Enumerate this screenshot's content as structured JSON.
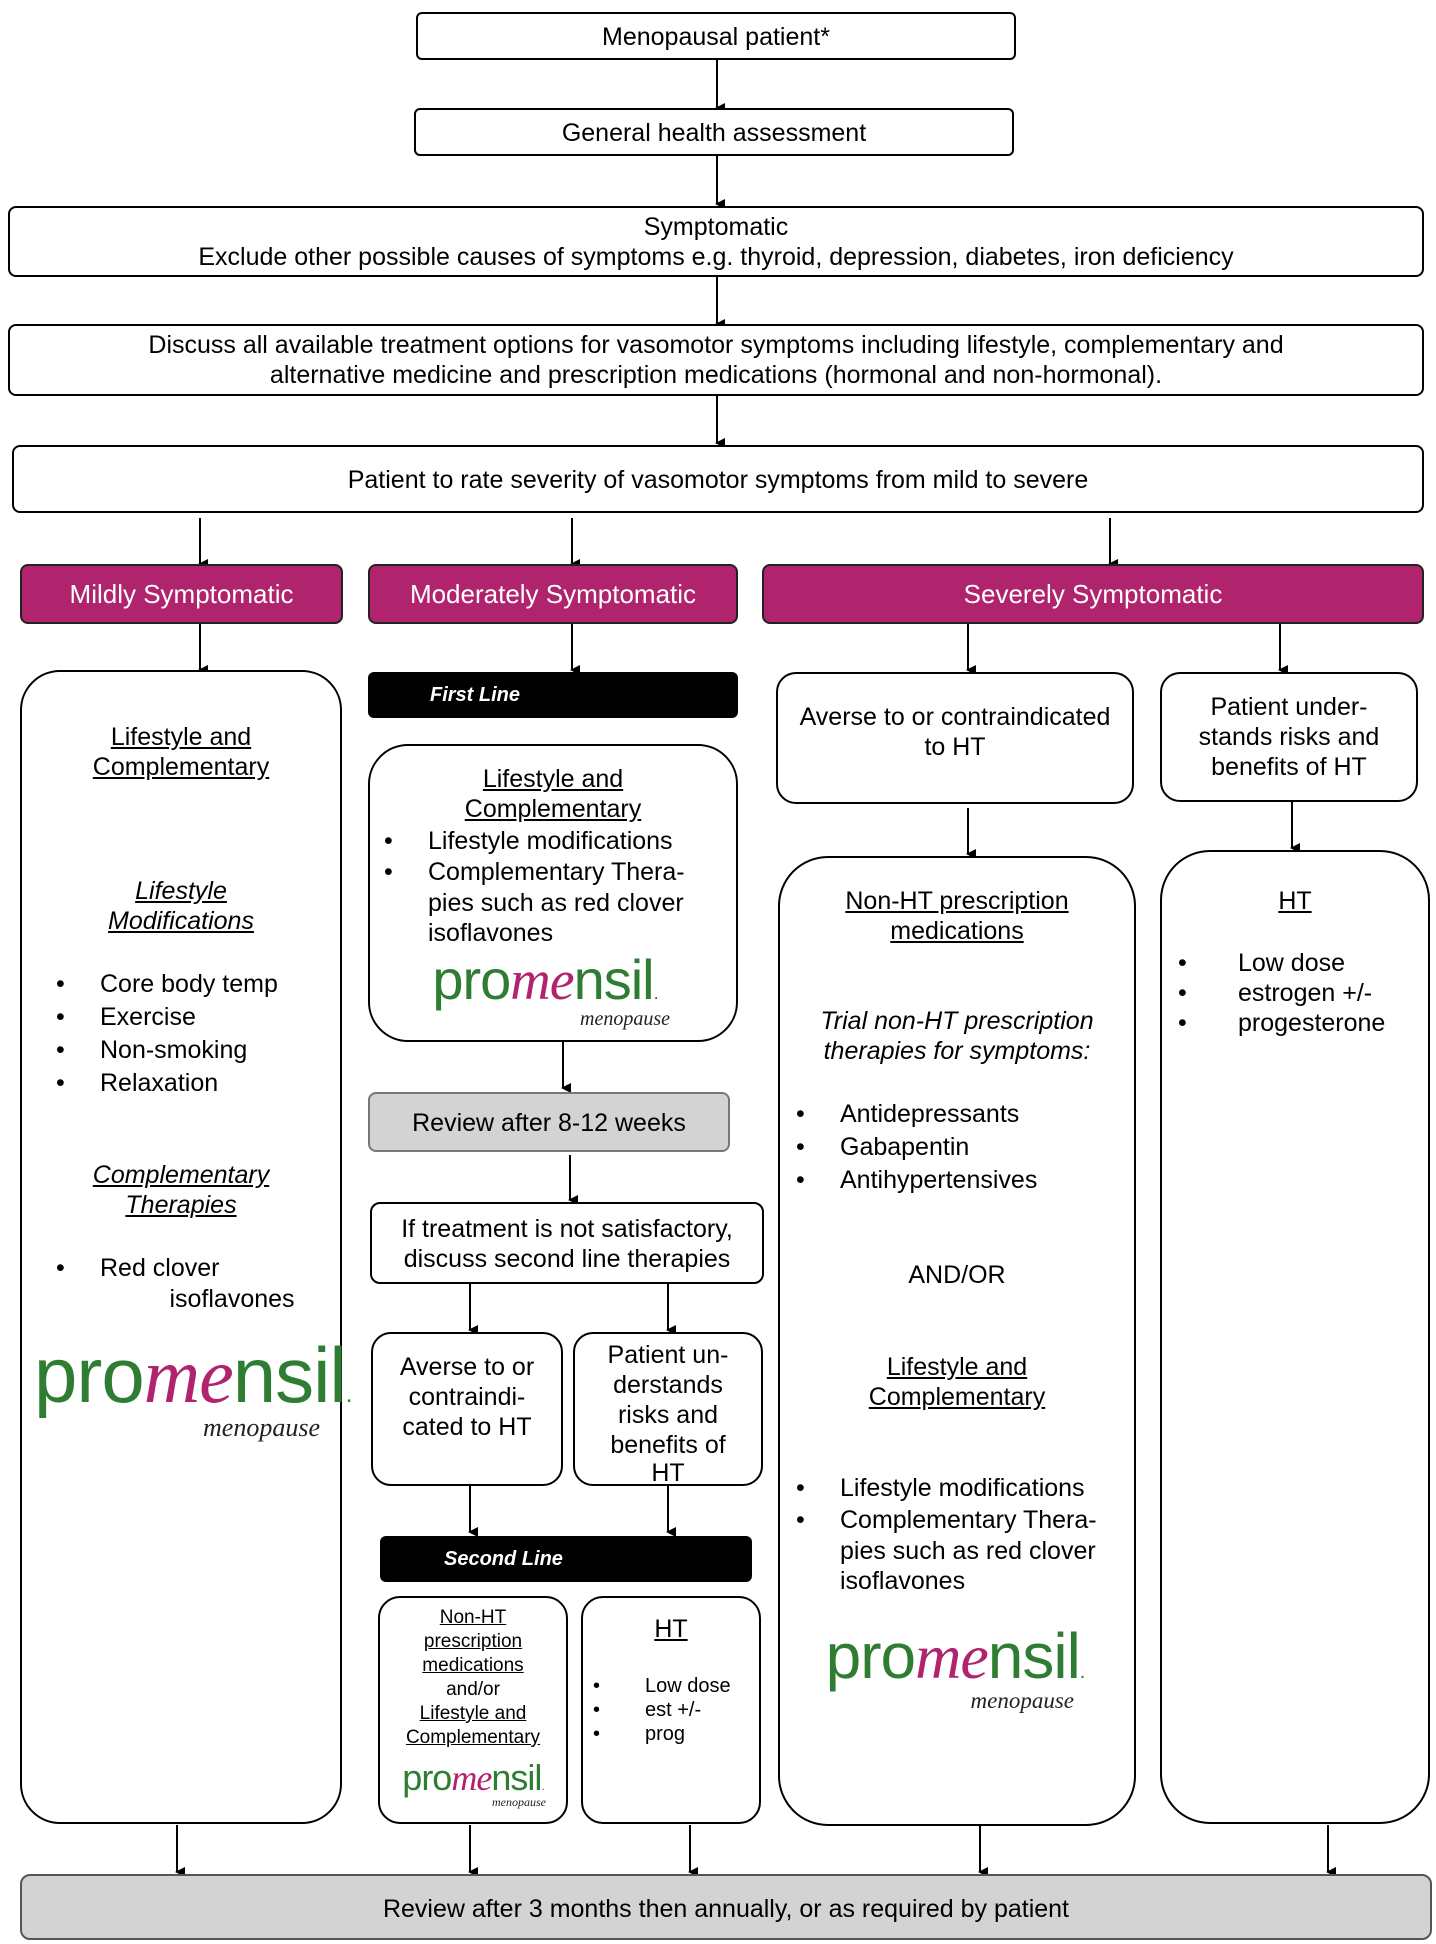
{
  "top": {
    "patient": "Menopausal patient*",
    "assessment": "General health assessment",
    "symptomatic_title": "Symptomatic",
    "symptomatic_detail": "Exclude other possible causes of symptoms e.g. thyroid, depression, diabetes, iron deficiency",
    "discuss_line1": "Discuss all available treatment options for vasomotor symptoms including lifestyle, complementary and",
    "discuss_line2": "alternative medicine and prescription medications (hormonal and non-hormonal).",
    "rate": "Patient to rate severity of vasomotor symptoms from mild to severe"
  },
  "severity": {
    "mild": "Mildly Symptomatic",
    "moderate": "Moderately Symptomatic",
    "severe": "Severely Symptomatic"
  },
  "logo": {
    "pro": "pro",
    "me": "me",
    "nsil": "nsil",
    "dot": ".",
    "sub": "menopause"
  },
  "mild": {
    "heading_l1": "Lifestyle and",
    "heading_l2": "Complementary",
    "lifestyle_l1": "Lifestyle",
    "lifestyle_l2": "Modifications",
    "lifestyle_items": [
      "Core body temp",
      "Exercise",
      "Non-smoking",
      "Relaxation"
    ],
    "comp_l1": "Complementary",
    "comp_l2": "Therapies",
    "comp_item_l1": "Red clover",
    "comp_item_l2": "isoflavones"
  },
  "moderate": {
    "first_line": "First Line",
    "heading_l1": "Lifestyle and",
    "heading_l2": "Complementary",
    "item1": "Lifestyle modifications",
    "item2_l1": "Complementary Thera-",
    "item2_l2": "pies such as red clover",
    "item2_l3": "isoflavones",
    "review": "Review after 8-12 weeks",
    "if_l1": "If treatment is not satisfactory,",
    "if_l2": "discuss second line therapies",
    "averse_l1": "Averse to or",
    "averse_l2": "contraindi-",
    "averse_l3": "cated to HT",
    "understands_l1": "Patient un-",
    "understands_l2": "derstands",
    "understands_l3": "risks and",
    "understands_l4": "benefits of",
    "understands_l5": "HT",
    "second_line": "Second Line",
    "nonht_l1": "Non-HT",
    "nonht_l2": "prescription",
    "nonht_l3": "medications",
    "andor": "and/or",
    "lc_l1": "Lifestyle and",
    "lc_l2": "Complementary",
    "ht_title": "HT",
    "ht_l1": "Low dose",
    "ht_l2": "est +/-",
    "ht_l3": "prog"
  },
  "severe": {
    "averse_l1": "Averse to or contraindicated",
    "averse_l2": "to HT",
    "understands_l1": "Patient under-",
    "understands_l2": "stands risks and",
    "understands_l3": "benefits of HT",
    "nonht_l1": "Non-HT prescription",
    "nonht_l2": "medications",
    "trial_l1": "Trial non-HT prescription",
    "trial_l2": "therapies for symptoms:",
    "meds": [
      "Antidepressants",
      "Gabapentin",
      "Antihypertensives"
    ],
    "andor": "AND/OR",
    "lc_l1": "Lifestyle and",
    "lc_l2": "Complementary",
    "item1": "Lifestyle modifications",
    "item2_l1": "Complementary Thera-",
    "item2_l2": "pies such as red clover",
    "item2_l3": "isoflavones",
    "ht_title": "HT",
    "ht_l1": "Low dose",
    "ht_l2": "estrogen +/-",
    "ht_l3": "progesterone"
  },
  "bottom": "Review after 3 months then annually, or as required by patient"
}
